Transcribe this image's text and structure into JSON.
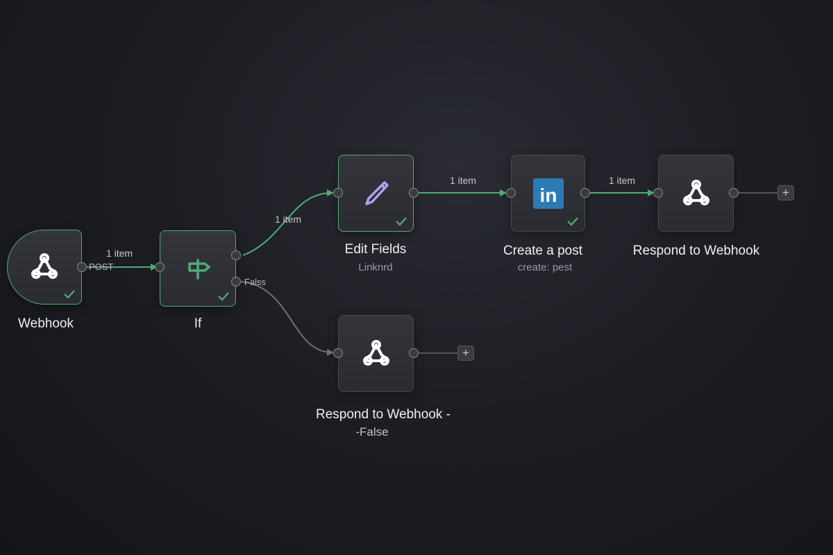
{
  "workflow": {
    "nodes": [
      {
        "id": "webhook",
        "name": "Webhook",
        "subtitle": "",
        "icon": "webhook-icon",
        "status": "success"
      },
      {
        "id": "if",
        "name": "If",
        "subtitle": "",
        "icon": "signpost-icon",
        "status": "success"
      },
      {
        "id": "edit_fields",
        "name": "Edit Fields",
        "subtitle": "Linknrd",
        "icon": "pencil-icon",
        "status": "success"
      },
      {
        "id": "create_post",
        "name": "Create a post",
        "subtitle": "create: pest",
        "icon": "linkedin-icon",
        "status": "success"
      },
      {
        "id": "respond_true",
        "name": "Respond to Webhook",
        "subtitle": "",
        "icon": "webhook-icon",
        "status": "idle"
      },
      {
        "id": "respond_false",
        "name": "Respond to Webhook -",
        "subtitle": "-False",
        "icon": "webhook-icon",
        "status": "idle"
      }
    ],
    "output_labels": {
      "webhook_out": "POST",
      "if_false": "Falss"
    },
    "edges": {
      "webhook_if": "1 item",
      "if_edit": "1 item",
      "edit_create": "1 item",
      "create_respond": "1 item"
    },
    "add_button_label": "+",
    "linkedin_text": "in"
  },
  "colors": {
    "success": "#4fae72",
    "idle_edge": "#6f7078",
    "node_bg": "#2f3036",
    "canvas_bg": "#1d1e24",
    "linkedin_blue": "#2d7bb5",
    "pencil": "#b3a0f2"
  }
}
